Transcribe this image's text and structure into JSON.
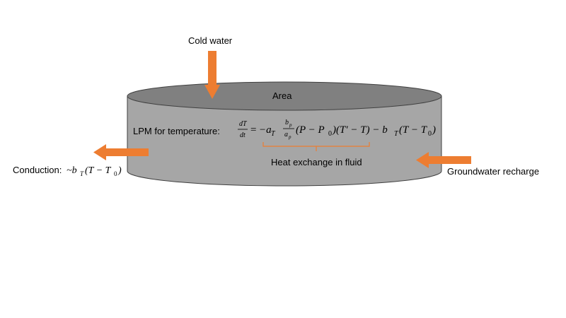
{
  "labels": {
    "cold_water": "Cold water",
    "area": "Area",
    "lpm_label": "LPM for temperature:",
    "heat_exchange": "Heat exchange in fluid",
    "groundwater": "Groundwater recharge",
    "conduction": "Conduction:"
  },
  "equation": {
    "frac1_num": "dT",
    "frac1_den": "dt",
    "eq_sign": "=",
    "minus_a": "−a",
    "sub_T": "T",
    "frac2_num": "b",
    "frac2_num_sub": "p",
    "frac2_den": "a",
    "frac2_den_sub": "p",
    "rest_a": "(P − P",
    "sub_0a": "0",
    "rest_b": ")(T′ − T) − b",
    "sub_T2": "T",
    "rest_c": "(T − T",
    "sub_0b": "0",
    "rest_d": ")"
  },
  "conduction_expr": {
    "prefix": "~b",
    "sub_T": "T",
    "mid": "(T − T",
    "sub_0": "0",
    "suffix": ")"
  },
  "colors": {
    "cylinder_fill": "#a6a6a6",
    "top_fill": "#808080",
    "outline": "#404040",
    "arrow": "#ed7d31",
    "brace": "#ed7d31"
  }
}
